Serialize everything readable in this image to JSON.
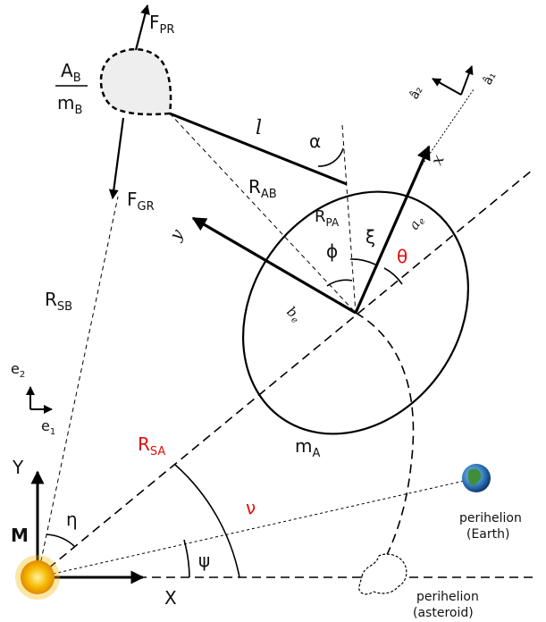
{
  "labels": {
    "F_PR_main": "F",
    "F_PR_sub": "PR",
    "F_GR_main": "F",
    "F_GR_sub": "GR",
    "A_B_main": "A",
    "A_B_sub": "B",
    "m_B_main": "m",
    "m_B_sub": "B",
    "l": "l",
    "alpha": "α",
    "R_AB_main": "R",
    "R_AB_sub": "AB",
    "R_PA_main": "R",
    "R_PA_sub": "PA",
    "xi": "ξ",
    "phi": "ϕ",
    "theta": "θ",
    "R_SB_main": "R",
    "R_SB_sub": "SB",
    "e2_main": "e",
    "e2_sub": "2",
    "e1_main": "e",
    "e1_sub": "1",
    "R_SA_main": "R",
    "R_SA_sub": "SA",
    "nu": "ν",
    "m_A_main": "m",
    "m_A_sub": "A",
    "Y": "Y",
    "eta": "η",
    "M": "M",
    "psi": "ψ",
    "X": "X",
    "x_axis": "x",
    "y_axis": "y",
    "a_e_main": "a",
    "a_e_sub": "e",
    "b_e_main": "b",
    "b_e_sub": "e",
    "a_hat_1": "â₁",
    "a_hat_2": "â₂",
    "perihelion_earth_1": "perihelion",
    "perihelion_earth_2": "(Earth)",
    "perihelion_asteroid_1": "perihelion",
    "perihelion_asteroid_2": "(asteroid)"
  },
  "colors": {
    "red": "#e01010",
    "sun": "#f5b800",
    "body_fill": "#eeeeee"
  }
}
